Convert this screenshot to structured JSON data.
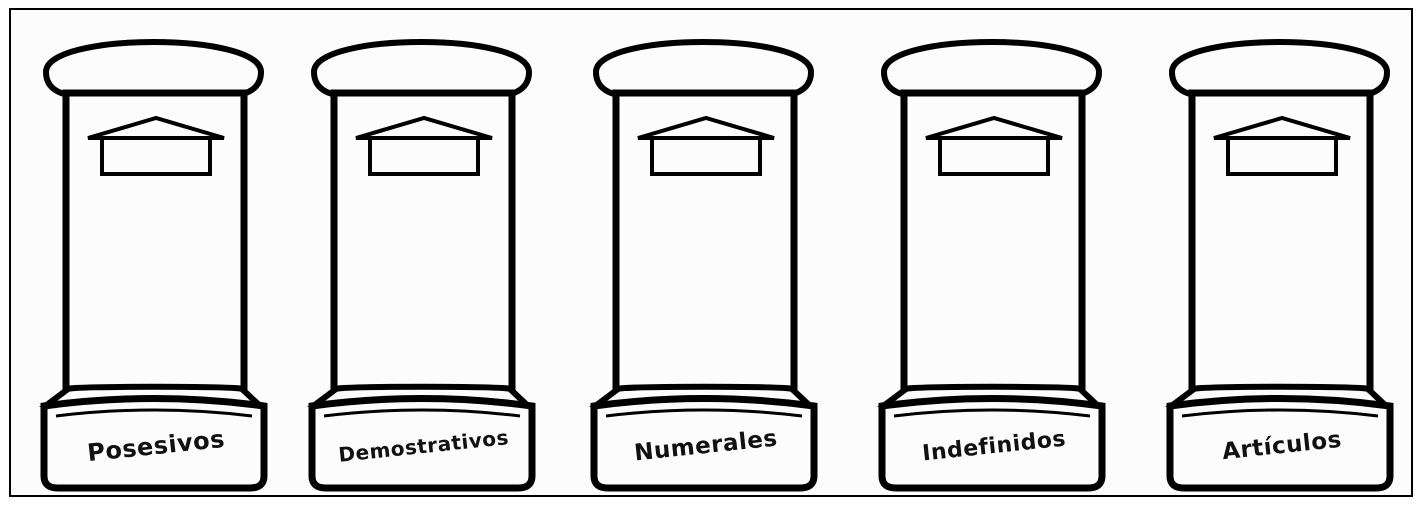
{
  "mailboxes": [
    {
      "label": "Posesivos"
    },
    {
      "label": "Demostrativos"
    },
    {
      "label": "Numerales"
    },
    {
      "label": "Indefinidos"
    },
    {
      "label": "Artículos"
    }
  ],
  "colors": {
    "outline": "#000000",
    "fill": "#fcfcfc"
  }
}
